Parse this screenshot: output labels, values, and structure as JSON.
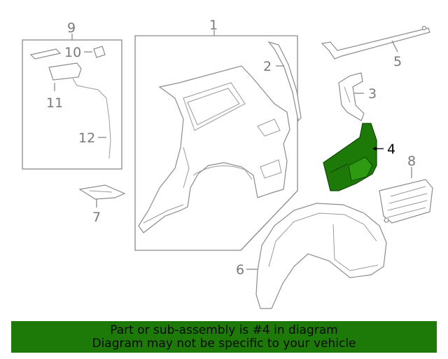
{
  "callouts": {
    "c1": "1",
    "c2": "2",
    "c3": "3",
    "c4": "4",
    "c5": "5",
    "c6": "6",
    "c7": "7",
    "c8": "8",
    "c9": "9",
    "c10": "10",
    "c11": "11",
    "c12": "12"
  },
  "highlight_color": "#1d7a08",
  "banner": {
    "line1": "Part or sub-assembly is #4 in diagram",
    "line2": "Diagram may not be specific to your vehicle"
  }
}
